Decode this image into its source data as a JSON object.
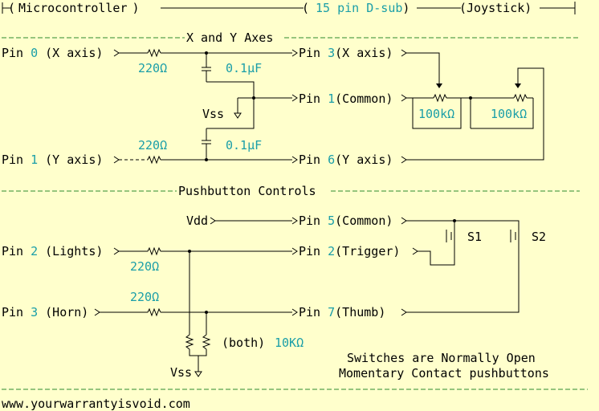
{
  "header": {
    "microcontroller": "Microcontroller",
    "connector": "15 pin D-sub",
    "joystick": "Joystick"
  },
  "sections": {
    "axes": "X and Y Axes",
    "buttons": "Pushbutton Controls"
  },
  "left_pins": [
    {
      "prefix": "Pin ",
      "num": "0",
      "desc": "(X axis)"
    },
    {
      "prefix": "Pin ",
      "num": "1",
      "desc": "(Y axis)"
    },
    {
      "prefix": "Pin ",
      "num": "2",
      "desc": "(Lights)"
    },
    {
      "prefix": "Pin ",
      "num": "3",
      "desc": "(Horn)"
    }
  ],
  "right_pins": [
    {
      "prefix": "Pin ",
      "num": "3",
      "desc": "(X axis)"
    },
    {
      "prefix": "Pin ",
      "num": "1",
      "desc": "(Common)"
    },
    {
      "prefix": "Pin ",
      "num": "6",
      "desc": "(Y axis)"
    },
    {
      "prefix": "Pin ",
      "num": "5",
      "desc": "(Common)"
    },
    {
      "prefix": "Pin ",
      "num": "2",
      "desc": "(Trigger)"
    },
    {
      "prefix": "Pin ",
      "num": "7",
      "desc": "(Thumb)"
    }
  ],
  "components": {
    "r_axis_x": "220Ω",
    "r_axis_y": "220Ω",
    "c_x": "0.1µF",
    "c_y": "0.1µF",
    "pot_1": "100kΩ",
    "pot_2": "100kΩ",
    "vss_axes": "Vss",
    "vdd": "Vdd",
    "r_lights": "220Ω",
    "r_horn": "220Ω",
    "pulldown_note": "(both)",
    "pulldown_value": "10KΩ",
    "vss_buttons": "Vss",
    "s1": "S1",
    "s2": "S2"
  },
  "notes": {
    "line1": "Switches are Normally Open",
    "line2": "Momentary Contact pushbuttons"
  },
  "footer": {
    "url": "www.yourwarrantyisvoid.com"
  },
  "colors": {
    "background": "#ffffcc",
    "divider": "#2e8b2e",
    "pin_number": "#1a9ea8"
  }
}
